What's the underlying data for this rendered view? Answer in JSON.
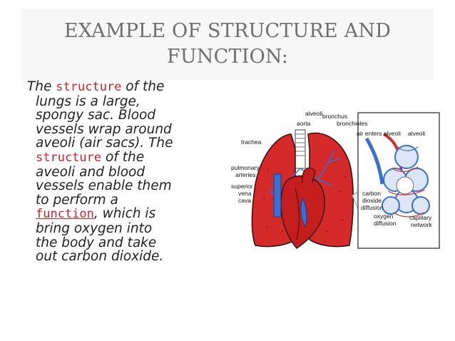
{
  "slide": {
    "title_line1": "EXAMPLE OF STRUCTURE AND",
    "title_line2": "FUNCTION:",
    "body": {
      "l1_a": "The ",
      "l1_kw": "structure",
      "l1_b": " of the",
      "l2": "lungs is a large,",
      "l3": "spongy sac.  Blood",
      "l4": "vessels wrap around",
      "l5": "aveoli (air sacs).  The",
      "l6_kw": "structure",
      "l6_b": " of the",
      "l7": "aveoli and blood",
      "l8": "vessels enable them",
      "l9": "to perform a",
      "l10_kw": "function",
      "l10_b": ", which is",
      "l11": "bring oxygen into",
      "l12": "the body and take",
      "l13": "out carbon dioxide."
    }
  },
  "figure": {
    "labels": {
      "alveoli_top": "alveoli",
      "bronchus": "bronchus",
      "aorta": "aorta",
      "bronchioles": "bronchioles",
      "trachea": "trachea",
      "air_enters": "air enters alveoli",
      "alveoli_right": "alveoli",
      "pulmonary": "pulmonary",
      "arteries": "arteries",
      "superior": "superior",
      "vena": "vena",
      "cava": "cava",
      "carbon": "carbon",
      "dioxide": "dioxide",
      "diffusion1": "diffusion",
      "oxygen": "oxygen",
      "diffusion2": "diffusion",
      "capillary": "capillary",
      "network": "network"
    },
    "colors": {
      "lung": "#d42a2a",
      "lung_outline": "#3a0a0a",
      "vein": "#3a6fd0",
      "heart": "#c41e1e",
      "alveoli": "#4a7bd8",
      "capillary": "#e03030"
    }
  }
}
